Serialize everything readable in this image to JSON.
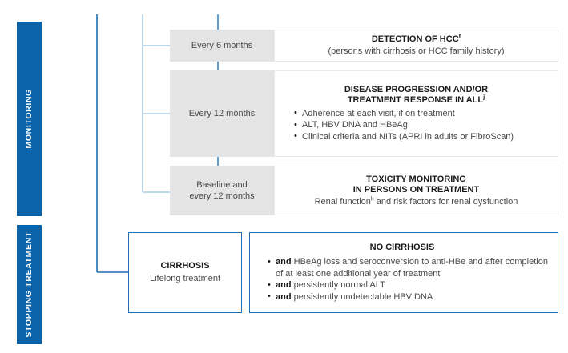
{
  "sections": [
    {
      "id": "monitoring",
      "label": "MONITORING"
    },
    {
      "id": "stopping_treatment",
      "label": "STOPPING TREATMENT"
    }
  ],
  "monitoring_rows": [
    {
      "frequency": "Every 6 months",
      "title": "DETECTION OF HCC",
      "title_superscript": "f",
      "subtitle": "(persons with cirrhosis or HCC family history)",
      "bullets": []
    },
    {
      "frequency": "Every 12 months",
      "title_line1": "DISEASE PROGRESSION AND/OR",
      "title_line2": "TREATMENT RESPONSE IN ALL",
      "title_superscript": "j",
      "bullets": [
        "Adherence at each visit, if on treatment",
        "ALT, HBV DNA and HBeAg",
        "Clinical criteria and NITs (APRI in adults or FibroScan)"
      ]
    },
    {
      "frequency_line1": "Baseline and",
      "frequency_line2": "every 12 months",
      "title_line1": "TOXICITY MONITORING",
      "title_line2": "IN PERSONS ON TREATMENT",
      "subtitle_pre": "Renal function",
      "subtitle_superscript": "k",
      "subtitle_post": " and risk factors for renal dysfunction"
    }
  ],
  "stopping": {
    "cirrhosis": {
      "title": "CIRRHOSIS",
      "subtitle": "Lifelong treatment"
    },
    "no_cirrhosis": {
      "title": "NO CIRRHOSIS",
      "bullets": [
        {
          "bold": "and",
          "rest": " HBeAg loss and seroconversion to anti-HBe and after completion of at least one additional year of treatment"
        },
        {
          "bold": "and",
          "rest": " persistently normal ALT"
        },
        {
          "bold": "and",
          "rest": " persistently undetectable HBV DNA"
        }
      ]
    }
  },
  "colors": {
    "brand_blue": "#0b63a9",
    "line_blue_dark": "#1f6fb2",
    "line_blue_light": "#a8cfe8",
    "gray_cell": "#e4e4e4",
    "white_cell_border": "#e9e9e9"
  }
}
